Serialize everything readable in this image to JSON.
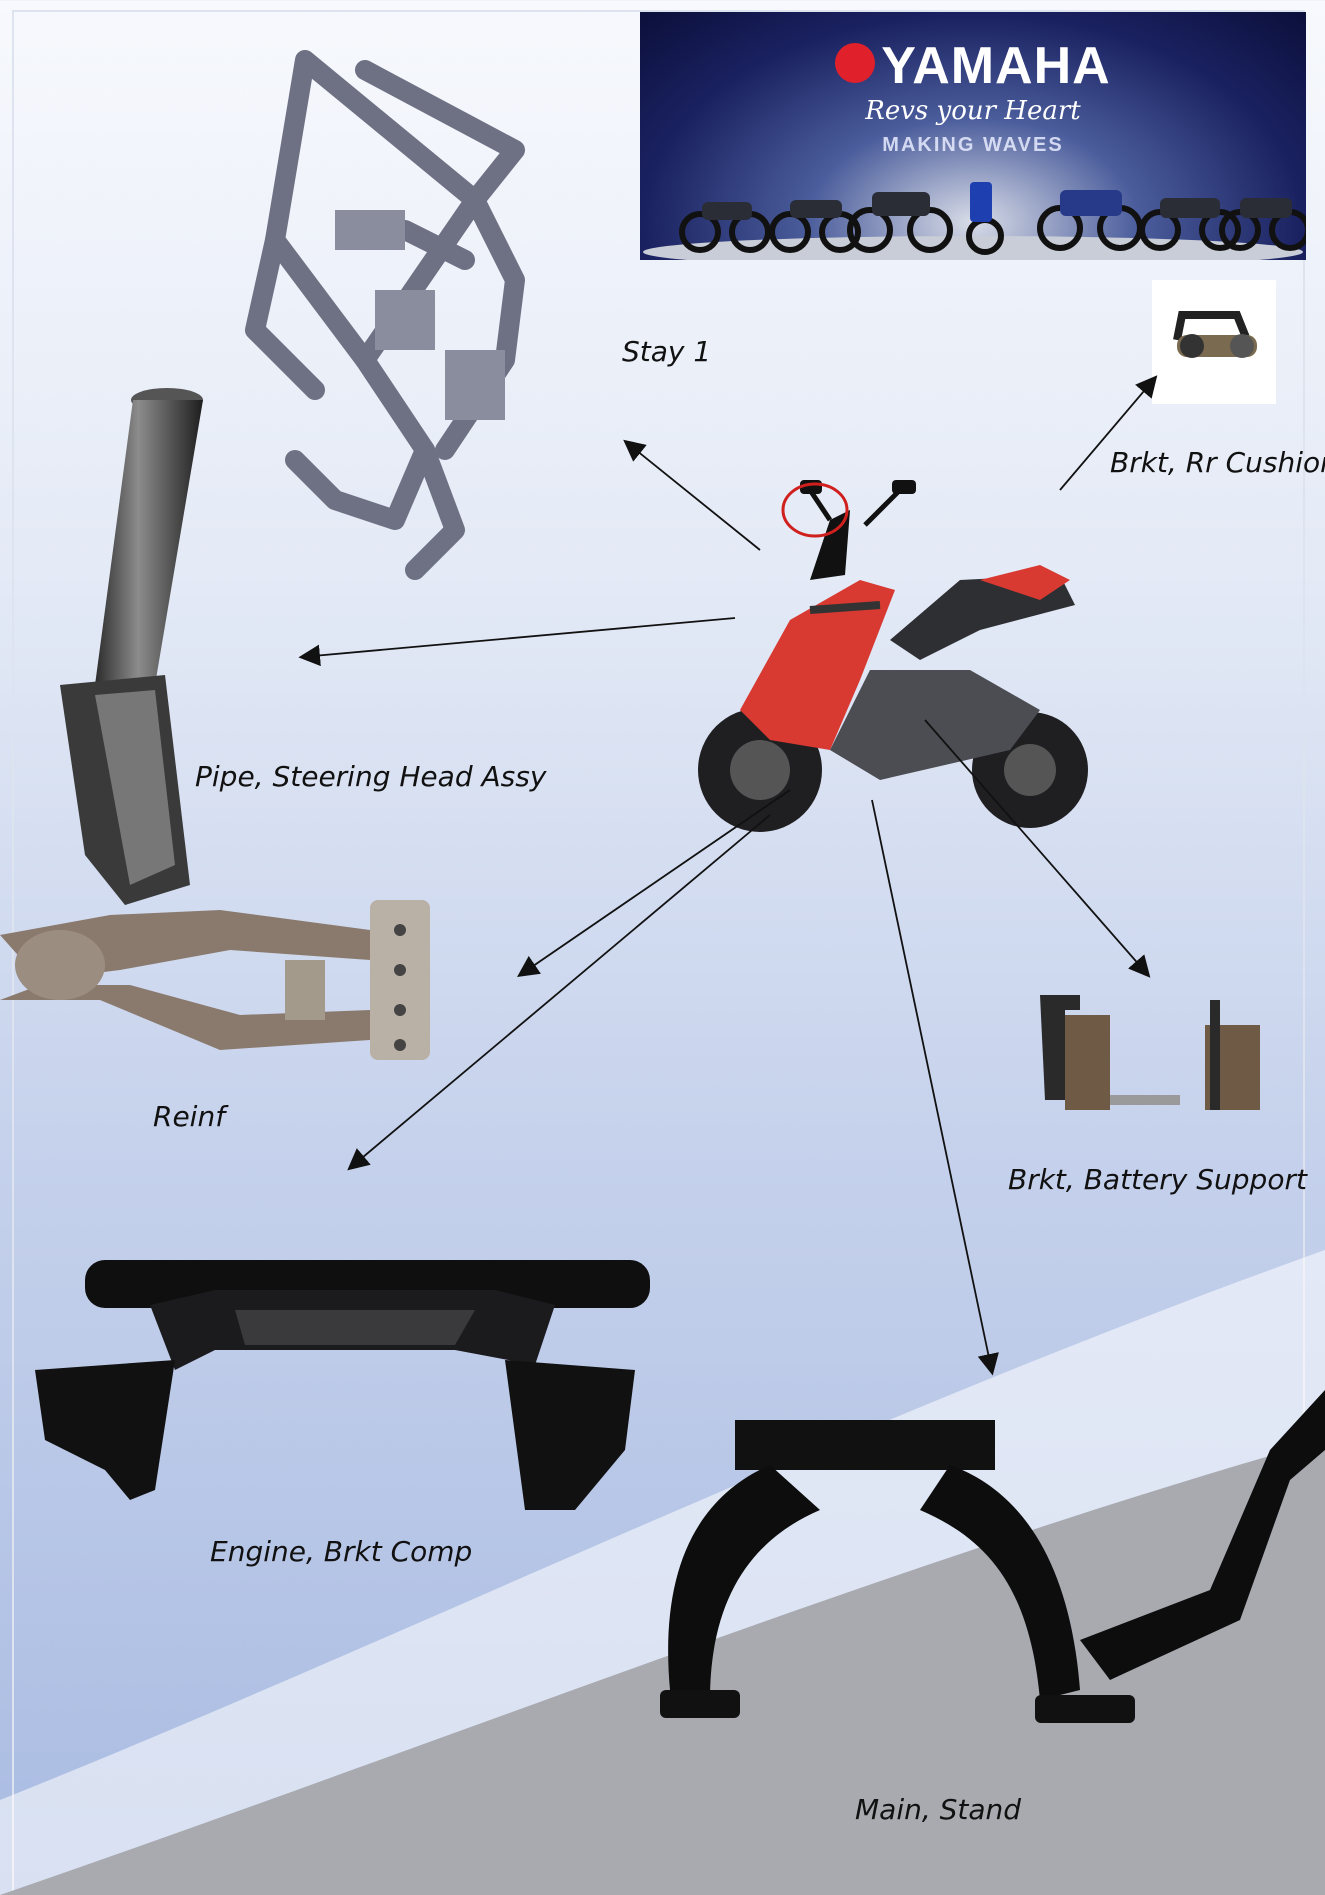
{
  "banner": {
    "brand": "YAMAHA",
    "tagline": "Revs your Heart",
    "stage_text": "MAKING WAVES"
  },
  "labels": {
    "stay1": "Stay 1",
    "brkt_rr_cushion": "Brkt, Rr Cushion",
    "pipe_steering": "Pipe, Steering Head Assy",
    "reinf": "Reinf",
    "brkt_battery": "Brkt, Battery Support",
    "engine_brkt": "Engine, Brkt Comp",
    "main_stand": "Main, Stand"
  },
  "colors": {
    "scooter_red": "#d83a32",
    "metal_dark": "#1a1a1c",
    "cad_grey": "#6e7183",
    "accent_circle": "#d0201e"
  }
}
